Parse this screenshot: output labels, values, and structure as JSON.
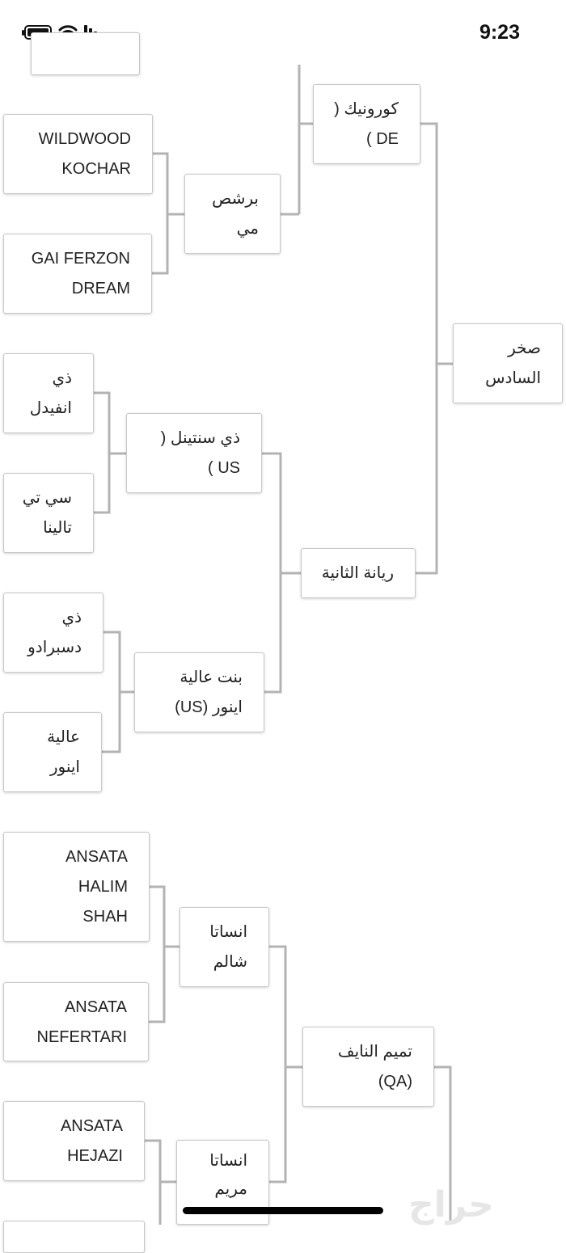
{
  "status_bar": {
    "time": "9:23",
    "icons": [
      "battery-icon",
      "wifi-icon",
      "signal-icon"
    ]
  },
  "bracket": {
    "round1": [
      {
        "name": "WILDWOOD\nKOCHAR"
      },
      {
        "name": "GAI FERZON\nDREAM"
      },
      {
        "name": "ذي\nانفيدل"
      },
      {
        "name": "سي تي\nتالينا"
      },
      {
        "name": "ذي\nدسبرادو"
      },
      {
        "name": "عالية\nاينور"
      },
      {
        "name": "ANSATA\nHALIM\nSHAH"
      },
      {
        "name": "ANSATA\nNEFERTARI"
      },
      {
        "name": "ANSATA\nHEJAZI"
      }
    ],
    "round2": [
      {
        "name": "برشص\nمي"
      },
      {
        "name": "ذي سنتينل (\nUS )"
      },
      {
        "name": "بنت عالية\nاينور (US)"
      },
      {
        "name": "انساتا\nشالم"
      },
      {
        "name": "انساتا\nمريم"
      }
    ],
    "round3": [
      {
        "name": "كورونيك (\nDE )"
      },
      {
        "name": "ريانة الثانية"
      },
      {
        "name": "تميم النايف\n(QA)"
      }
    ],
    "round4": [
      {
        "name": "صخر\nالسادس"
      }
    ]
  },
  "watermark": "حراج",
  "colors": {
    "line": "#b3b3b3",
    "border": "#c8c8c8"
  }
}
